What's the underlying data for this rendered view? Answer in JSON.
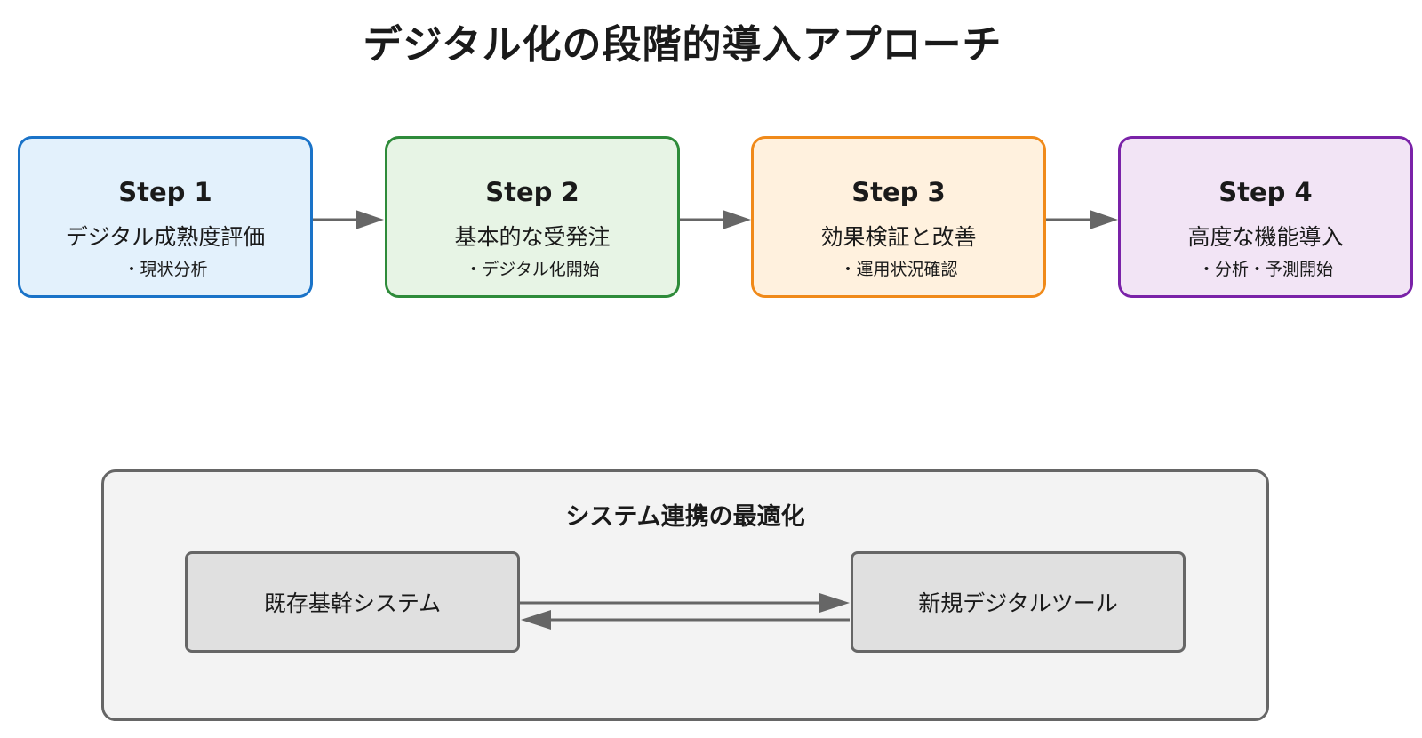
{
  "title": "デジタル化の段階的導入アプローチ",
  "steps": [
    {
      "label": "Step 1",
      "name": "デジタル成熟度評価",
      "detail": "・現状分析",
      "border_color": "#1a73c8",
      "fill_color": "#e3f1fc"
    },
    {
      "label": "Step 2",
      "name": "基本的な受発注",
      "detail": "・デジタル化開始",
      "border_color": "#2e8b3a",
      "fill_color": "#e7f4e5"
    },
    {
      "label": "Step 3",
      "name": "効果検証と改善",
      "detail": "・運用状況確認",
      "border_color": "#f08a1a",
      "fill_color": "#fff1de"
    },
    {
      "label": "Step 4",
      "name": "高度な機能導入",
      "detail": "・分析・予測開始",
      "border_color": "#7a22a8",
      "fill_color": "#f2e4f5"
    }
  ],
  "integration": {
    "title": "システム連携の最適化",
    "left_system": "既存基幹システム",
    "right_system": "新規デジタルツール"
  },
  "colors": {
    "arrow": "#666666",
    "box_border": "#666666",
    "panel_fill": "#f3f3f3",
    "system_fill": "#e0e0e0"
  }
}
